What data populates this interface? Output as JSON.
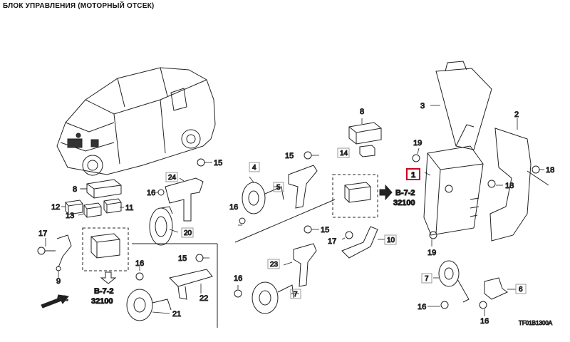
{
  "title": "БЛОК УПРАВЛЕНИЯ (МОТОРНЫЙ ОТСЕК)",
  "selected_callout": "1",
  "callouts": {
    "c2": "2",
    "c3": "3",
    "c4": "4",
    "c5": "5",
    "c6": "6",
    "c7a": "7",
    "c7b": "7",
    "c8a": "8",
    "c8b": "8",
    "c9": "9",
    "c10": "10",
    "c11": "11",
    "c12": "12",
    "c13": "13",
    "c14": "14",
    "c15a": "15",
    "c15b": "15",
    "c15c": "15",
    "c15d": "15",
    "c16a": "16",
    "c16b": "16",
    "c16c": "16",
    "c16d": "16",
    "c16e": "16",
    "c16f": "16",
    "c17a": "17",
    "c17b": "17",
    "c18a": "18",
    "c18b": "18",
    "c19a": "19",
    "c19b": "19",
    "c20": "20",
    "c21": "21",
    "c22": "22",
    "c23": "23",
    "c24": "24"
  },
  "references": {
    "ref1_group": "B-7-2",
    "ref1_part": "32100",
    "ref2_group": "B-7-2",
    "ref2_part": "32100"
  },
  "front_label": "FR.",
  "diagram_code": "TF01B1300A"
}
